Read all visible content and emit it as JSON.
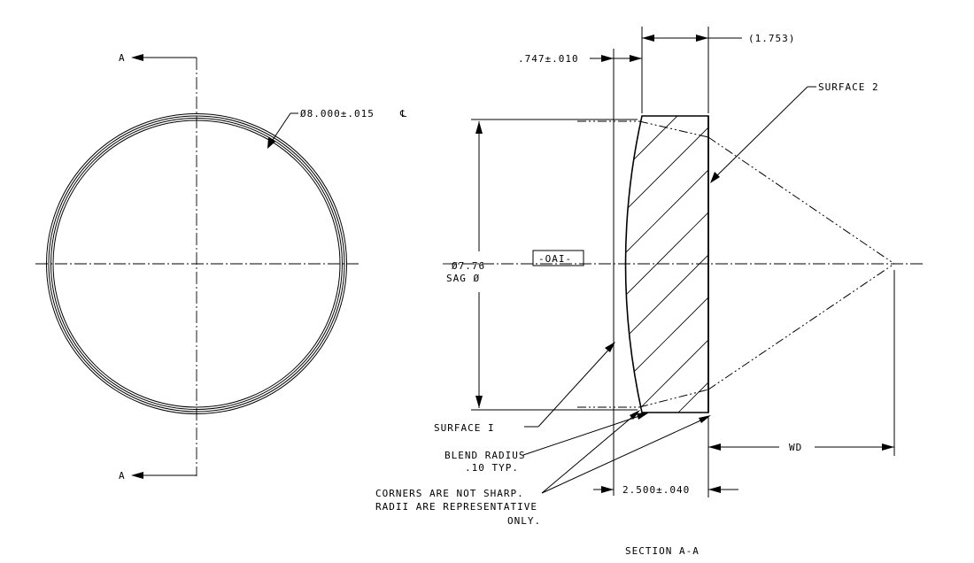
{
  "front_view": {
    "diameter_callout": "Ø8.000±.015",
    "centerline_symbol": "℄",
    "section_label_top": "A",
    "section_label_bottom": "A"
  },
  "section_view": {
    "thickness_edge": ".747±.010",
    "thickness_reference": "(1.753)",
    "surface_2": "SURFACE 2",
    "optical_axis": "-OAI-",
    "sag_diameter_value": "Ø7.76",
    "sag_diameter_label": "SAG Ø",
    "surface_1": "SURFACE I",
    "blend_radius_line1": "BLEND RADIUS",
    "blend_radius_line2": ".10 TYP.",
    "corners_note_line1": "CORNERS ARE NOT SHARP.",
    "corners_note_line2": "RADII ARE REPRESENTATIVE",
    "corners_note_line3": "ONLY.",
    "center_thickness": "2.500±.040",
    "working_distance": "WD",
    "title": "SECTION A-A"
  }
}
